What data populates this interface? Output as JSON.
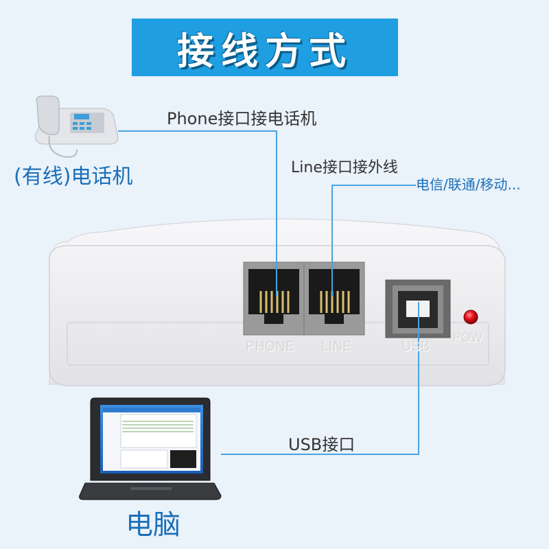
{
  "title": "接线方式",
  "labels": {
    "phone_port": "Phone接口接电话机",
    "line_port": "Line接口接外线",
    "carriers": "电信/联通/移动...",
    "telephone": "(有线)电话机",
    "usb_port": "USB接口",
    "computer": "电脑"
  },
  "device_labels": {
    "phone": "PHONE",
    "line": "LINE",
    "usb": "USB",
    "power": "POW"
  },
  "colors": {
    "title_bg": "#1f9ee2",
    "accent_text": "#1a6fb8",
    "connector_line": "#4aa3e0",
    "power_led": "#e8121b"
  },
  "icons": {
    "telephone": "desk-phone-icon",
    "laptop": "laptop-icon",
    "device": "usb-voice-box"
  }
}
